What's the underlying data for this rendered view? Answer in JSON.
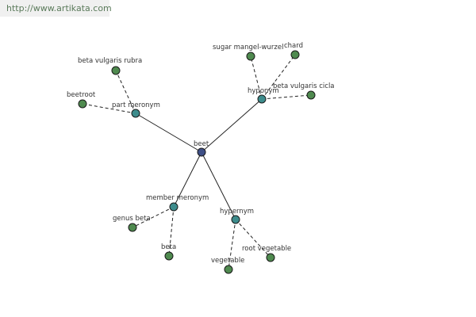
{
  "banner": {
    "url": "http://www.artikata.com"
  },
  "colors": {
    "center": "#3e4f86",
    "relation": "#3d8c8c",
    "leaf": "#4f8a4f"
  },
  "graph": {
    "center": {
      "id": "beet",
      "label": "beet"
    },
    "relations": [
      {
        "id": "part-meronym",
        "label": "part meronym",
        "leaves": [
          {
            "id": "beta-vulgaris-rubra",
            "label": "beta vulgaris rubra"
          },
          {
            "id": "beetroot",
            "label": "beetroot"
          }
        ]
      },
      {
        "id": "hyponym",
        "label": "hyponym",
        "leaves": [
          {
            "id": "sugar-mangel-wurzel",
            "label": "sugar mangel-wurzel"
          },
          {
            "id": "chard",
            "label": "chard"
          },
          {
            "id": "beta-vulgaris-cicla",
            "label": "beta vulgaris cicla"
          }
        ]
      },
      {
        "id": "member-meronym",
        "label": "member meronym",
        "leaves": [
          {
            "id": "genus-beta",
            "label": "genus beta"
          },
          {
            "id": "beta",
            "label": "beta"
          }
        ]
      },
      {
        "id": "hypernym",
        "label": "hypernym",
        "leaves": [
          {
            "id": "vegetable",
            "label": "vegetable"
          },
          {
            "id": "root-vegetable",
            "label": "root vegetable"
          }
        ]
      }
    ]
  }
}
